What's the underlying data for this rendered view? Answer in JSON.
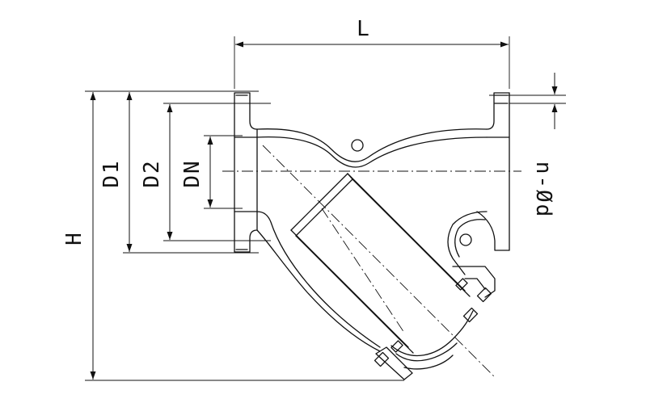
{
  "drawing": {
    "title": "Y-type strainer dimension drawing",
    "labels": {
      "length": "L",
      "height": "H",
      "flange_outer_diameter": "D1",
      "bolt_circle_diameter": "D2",
      "nominal_diameter": "DN",
      "bolt_holes": "n-Ød"
    },
    "line_color": "#111111",
    "background": "#ffffff"
  }
}
